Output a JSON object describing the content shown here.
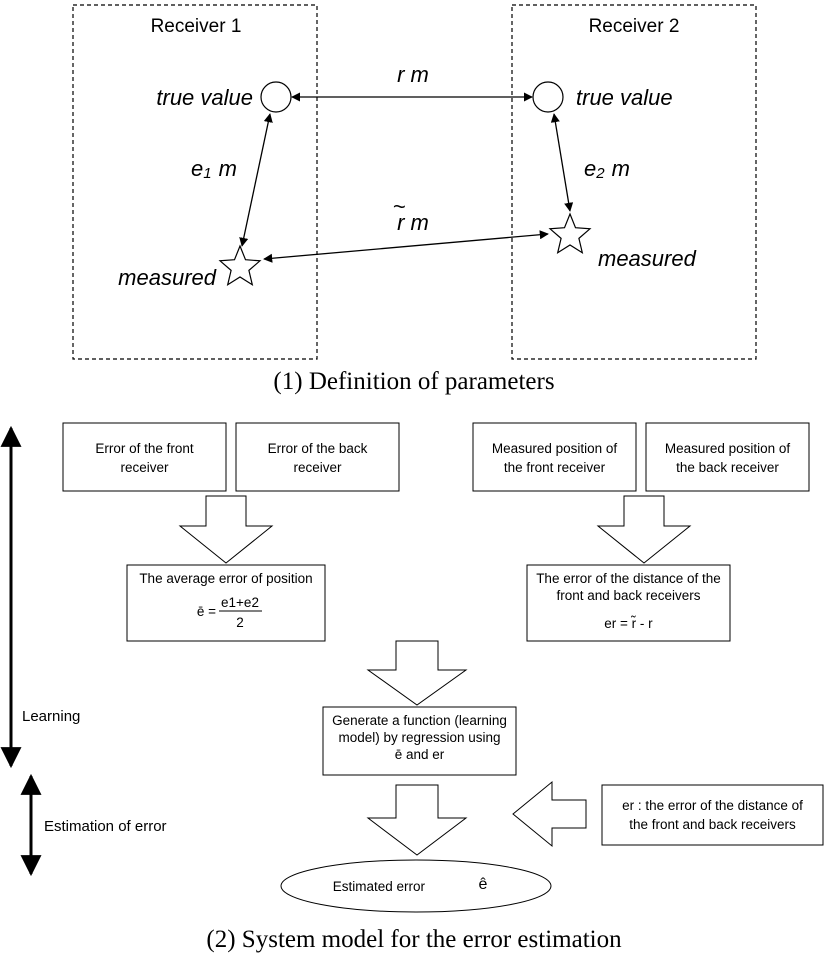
{
  "part1": {
    "receiver1_title": "Receiver 1",
    "receiver2_title": "Receiver 2",
    "true_value_1": "true value",
    "true_value_2": "true value",
    "measured_1": "measured",
    "measured_2": "measured",
    "e1_sym": "e",
    "e1_sub": "1",
    "e1_unit": "m",
    "e2_sym": "e",
    "e2_sub": "2",
    "e2_unit": "m",
    "r_label": "r m",
    "rtilde_tilde": "~",
    "rtilde_label": "r m",
    "caption": "(1) Definition of parameters"
  },
  "part2": {
    "box_front_error": [
      "Error of the front",
      "receiver"
    ],
    "box_back_error": [
      "Error of the back",
      "receiver"
    ],
    "box_meas_front": [
      "Measured position of",
      "the front receiver"
    ],
    "box_meas_back": [
      "Measured position of",
      "the back receiver"
    ],
    "avg_title": "The average error of position",
    "avg_lhs": "ē =",
    "avg_num": "e1+e2",
    "avg_den": "2",
    "dist_title": [
      "The error of the distance of the",
      "front and back receivers"
    ],
    "dist_formula": "er = r̃ - r",
    "gen_lines": [
      "Generate a function (learning",
      "model) by regression using",
      "ē and er"
    ],
    "input_lines": [
      "er :  the error of the distance of",
      "the front and back receivers"
    ],
    "estimated_label": "Estimated error",
    "estimated_symbol": "ê",
    "learning_label": "Learning",
    "estimation_label": "Estimation of error",
    "caption": "(2) System model for the error estimation"
  }
}
